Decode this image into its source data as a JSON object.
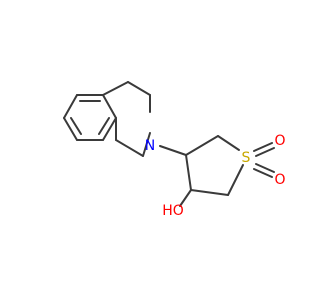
{
  "colors": {
    "bond": "#3a3a3a",
    "nitrogen": "#0000ff",
    "oxygen": "#ff0000",
    "sulfur": "#c8a800",
    "background": "#ffffff"
  },
  "atoms": {
    "N": {
      "label": "N",
      "element": "nitrogen"
    },
    "S": {
      "label": "S",
      "element": "sulfur"
    },
    "O1": {
      "label": "O",
      "element": "oxygen"
    },
    "O2": {
      "label": "O",
      "element": "oxygen"
    },
    "OH": {
      "label": "HO",
      "element": "oxygen"
    }
  }
}
